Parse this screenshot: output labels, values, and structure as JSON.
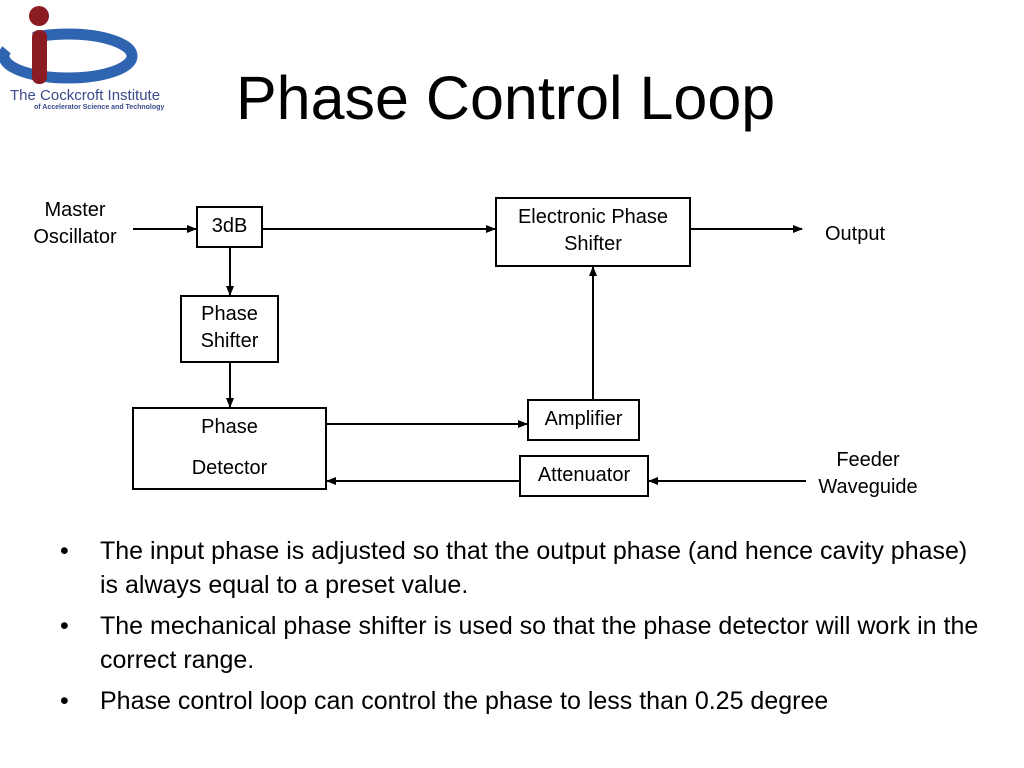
{
  "logo": {
    "name": "The Cockcroft Institute",
    "tagline": "of Accelerator Science and Technology",
    "colors": {
      "red": "#8b1c24",
      "blue": "#2f64b0"
    }
  },
  "title": "Phase Control Loop",
  "diagram": {
    "labels": {
      "master_oscillator": "Master\nOscillator",
      "output": "Output",
      "feeder_waveguide": "Feeder\nWaveguide"
    },
    "blocks": {
      "splitter_3db": "3dB",
      "electronic_phase_shifter": "Electronic Phase\nShifter",
      "phase_shifter": "Phase\nShifter",
      "phase_detector_line1": "Phase",
      "phase_detector_line2": "Detector",
      "amplifier": "Amplifier",
      "attenuator": "Attenuator"
    }
  },
  "bullets": [
    "The input phase is adjusted so that the output phase (and hence cavity phase) is always equal to a preset value.",
    "The mechanical phase shifter is used so that the phase detector will work in the correct range.",
    "Phase control loop can control the phase to less than 0.25 degree"
  ],
  "bullet_symbol": "•"
}
